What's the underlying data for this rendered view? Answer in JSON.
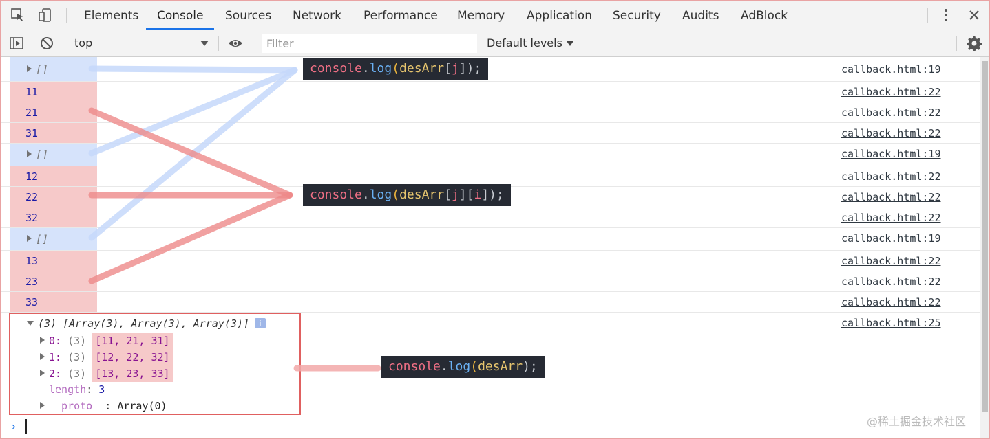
{
  "tabs": [
    {
      "label": "Elements"
    },
    {
      "label": "Console"
    },
    {
      "label": "Sources"
    },
    {
      "label": "Network"
    },
    {
      "label": "Performance"
    },
    {
      "label": "Memory"
    },
    {
      "label": "Application"
    },
    {
      "label": "Security"
    },
    {
      "label": "Audits"
    },
    {
      "label": "AdBlock"
    }
  ],
  "active_tab": "Console",
  "toolbar": {
    "context": "top",
    "filter_placeholder": "Filter",
    "levels": "Default levels"
  },
  "rows": [
    {
      "kind": "array",
      "text": "[]",
      "source": "callback.html:19"
    },
    {
      "kind": "num",
      "text": "11",
      "source": "callback.html:22"
    },
    {
      "kind": "num",
      "text": "21",
      "source": "callback.html:22"
    },
    {
      "kind": "num",
      "text": "31",
      "source": "callback.html:22"
    },
    {
      "kind": "array",
      "text": "[]",
      "source": "callback.html:19"
    },
    {
      "kind": "num",
      "text": "12",
      "source": "callback.html:22"
    },
    {
      "kind": "num",
      "text": "22",
      "source": "callback.html:22"
    },
    {
      "kind": "num",
      "text": "32",
      "source": "callback.html:22"
    },
    {
      "kind": "array",
      "text": "[]",
      "source": "callback.html:19"
    },
    {
      "kind": "num",
      "text": "13",
      "source": "callback.html:22"
    },
    {
      "kind": "num",
      "text": "23",
      "source": "callback.html:22"
    },
    {
      "kind": "num",
      "text": "33",
      "source": "callback.html:22"
    }
  ],
  "object": {
    "source": "callback.html:25",
    "header": "(3) [Array(3), Array(3), Array(3)]",
    "info_glyph": "i",
    "items": [
      {
        "key": "0",
        "count": "(3)",
        "value": "[11, 21, 31]"
      },
      {
        "key": "1",
        "count": "(3)",
        "value": "[12, 22, 32]"
      },
      {
        "key": "2",
        "count": "(3)",
        "value": "[13, 23, 33]"
      }
    ],
    "length_key": "length",
    "length_value": "3",
    "proto_key": "__proto__",
    "proto_value": "Array(0)"
  },
  "annotations": {
    "a1": {
      "obj": "console",
      "dot": ".",
      "fn": "log",
      "open": "(",
      "var": "desArr",
      "b1": "[",
      "i1": "j",
      "b2": "]",
      "close": ");"
    },
    "a2": {
      "obj": "console",
      "dot": ".",
      "fn": "log",
      "open": "(",
      "var": "desArr",
      "b1": "[",
      "i1": "j",
      "b2": "][",
      "i2": "i",
      "b3": "]",
      "close": ");"
    },
    "a3": {
      "obj": "console",
      "dot": ".",
      "fn": "log",
      "open": "(",
      "var": "desArr",
      "close": ");"
    }
  },
  "prompt_glyph": "›",
  "watermark": "@稀土掘金技术社区",
  "colors": {
    "blue_highlight": "#d6e3fb",
    "pink_highlight": "#f6c9c9",
    "blue_line": "#c5d8fa",
    "red_line": "#ee8a8a",
    "annotation_bg": "#262a33"
  }
}
